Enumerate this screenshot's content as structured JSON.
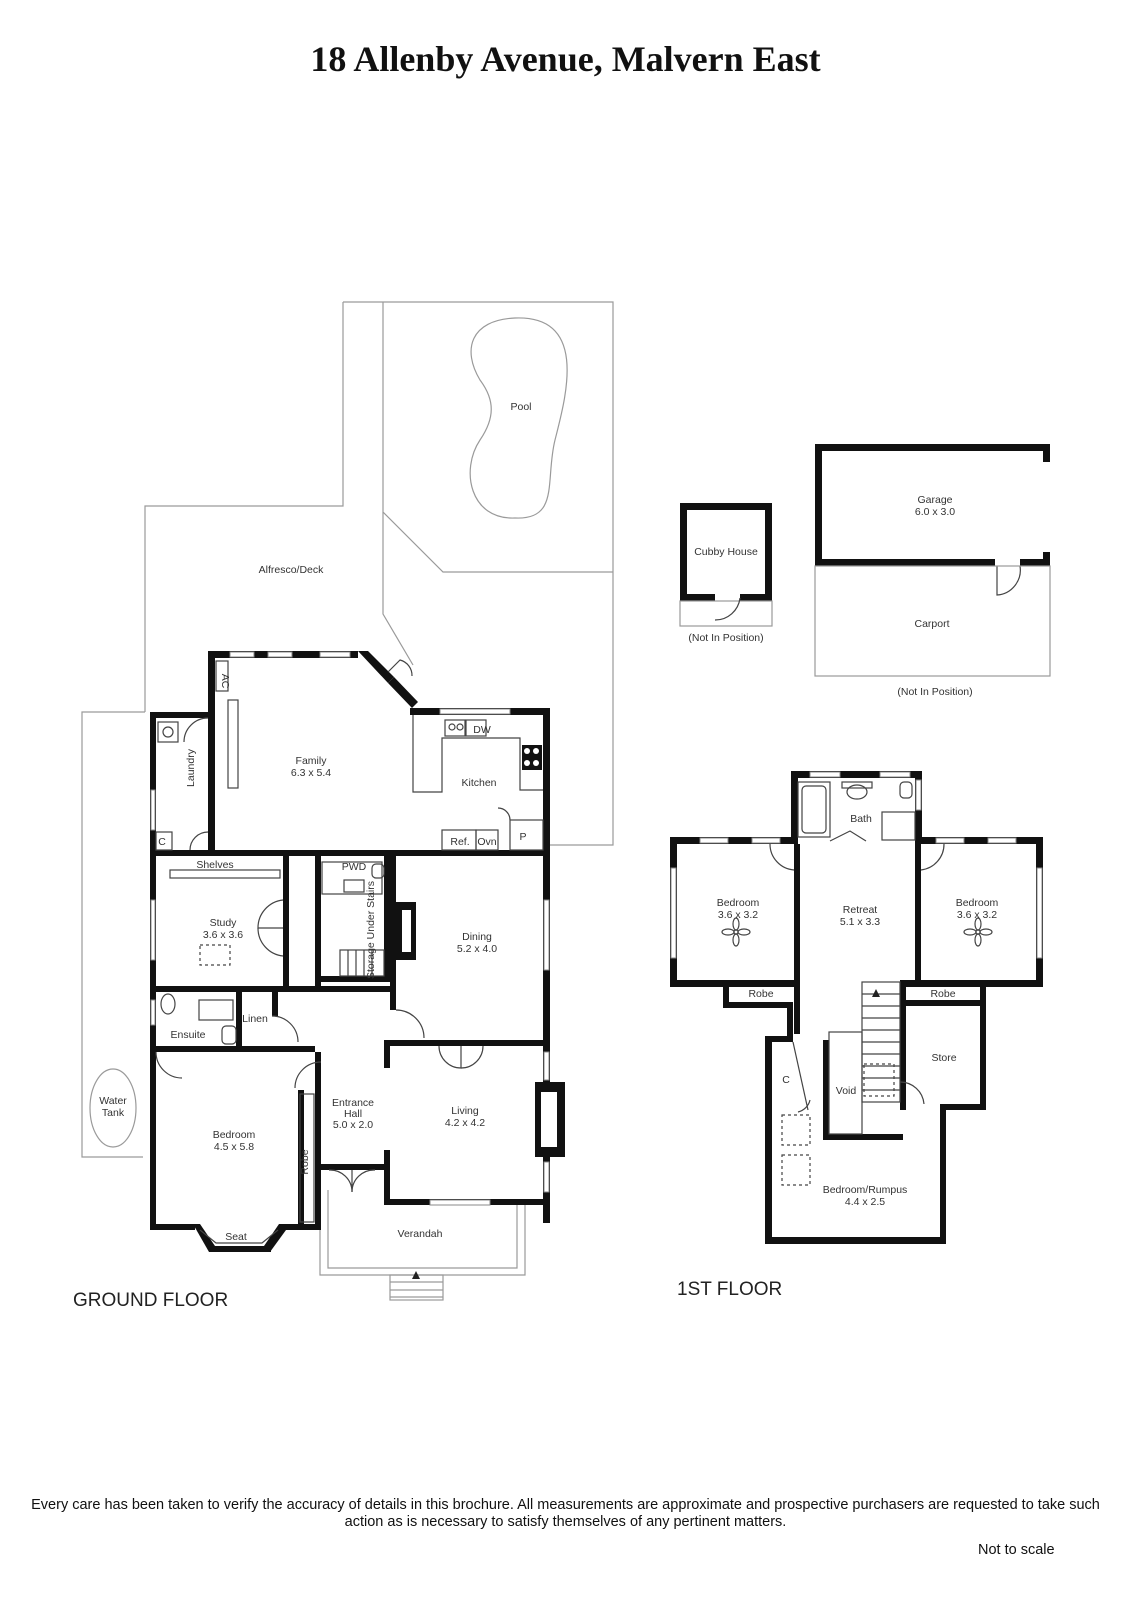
{
  "title": "18 Allenby Avenue, Malvern East",
  "floors": {
    "ground": "GROUND FLOOR",
    "first": "1ST FLOOR"
  },
  "labels": {
    "pool": "Pool",
    "alfresco": "Alfresco/Deck",
    "family_name": "Family",
    "family_dim": "6.3 x 5.4",
    "ac": "AC",
    "laundry": "Laundry",
    "c": "C",
    "kitchen": "Kitchen",
    "dw": "DW",
    "ref": "Ref.",
    "ovn": "Ovn",
    "p": "P",
    "shelves": "Shelves",
    "study_name": "Study",
    "study_dim": "3.6 x 3.6",
    "pwd": "PWD",
    "storage": "Storage Under Stairs",
    "dining_name": "Dining",
    "dining_dim": "5.2 x 4.0",
    "ensuite": "Ensuite",
    "linen": "Linen",
    "water_tank_1": "Water",
    "water_tank_2": "Tank",
    "entrance_1": "Entrance",
    "entrance_2": "Hall",
    "entrance_dim": "5.0 x 2.0",
    "living_name": "Living",
    "living_dim": "4.2 x 4.2",
    "bedroom_name": "Bedroom",
    "bedroom_dim": "4.5 x 5.8",
    "robe": "Robe",
    "seat": "Seat",
    "verandah": "Verandah",
    "cubby": "Cubby House",
    "cubby_note": "(Not In Position)",
    "garage_name": "Garage",
    "garage_dim": "6.0 x 3.0",
    "carport": "Carport",
    "carport_note": "(Not In Position)",
    "bath": "Bath",
    "bed_left_name": "Bedroom",
    "bed_left_dim": "3.6 x 3.2",
    "retreat_name": "Retreat",
    "retreat_dim": "5.1 x 3.3",
    "bed_right_name": "Bedroom",
    "bed_right_dim": "3.6 x 3.2",
    "robe_left": "Robe",
    "robe_right": "Robe",
    "store": "Store",
    "c_first": "C",
    "void": "Void",
    "rumpus_name": "Bedroom/Rumpus",
    "rumpus_dim": "4.4 x 2.5"
  },
  "disclaimer": "Every care has been taken to verify the accuracy of details in this brochure. All measurements are approximate and prospective purchasers are requested to take such action as is necessary to satisfy themselves of any pertinent matters.",
  "scale_note": "Not to scale"
}
